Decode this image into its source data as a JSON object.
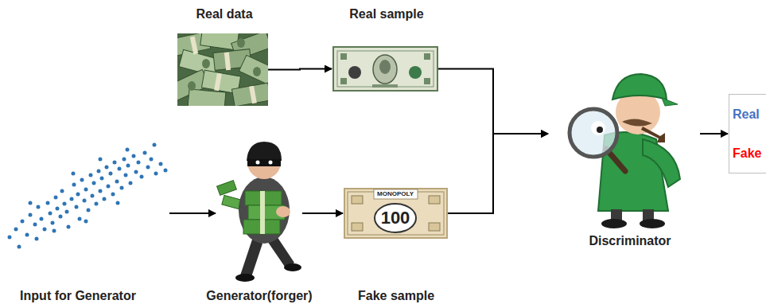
{
  "diagram": {
    "nodes": [
      {
        "text": [
          "Real data"
        ]
      },
      {
        "text": [
          "Real sample"
        ]
      },
      {
        "text": [
          "Input for Generator"
        ]
      },
      {
        "text": [
          "Generator(forger)"
        ]
      },
      {
        "text": [
          "Fake sample"
        ]
      },
      {
        "text": [
          "Discriminator"
        ]
      },
      {
        "text": [
          "Real",
          "Fake"
        ]
      }
    ],
    "edges": [
      {
        "from": 0,
        "to": 1,
        "arrow": "to"
      },
      {
        "from": 2,
        "to": 3,
        "arrow": "to"
      },
      {
        "from": 3,
        "to": 4,
        "arrow": "to"
      },
      {
        "from": 1,
        "to": 5,
        "arrow": "to"
      },
      {
        "from": 4,
        "to": 5,
        "arrow": "to"
      },
      {
        "from": 5,
        "to": 6,
        "arrow": "to"
      }
    ],
    "labels": [
      "MONOPOLY",
      "100"
    ]
  }
}
